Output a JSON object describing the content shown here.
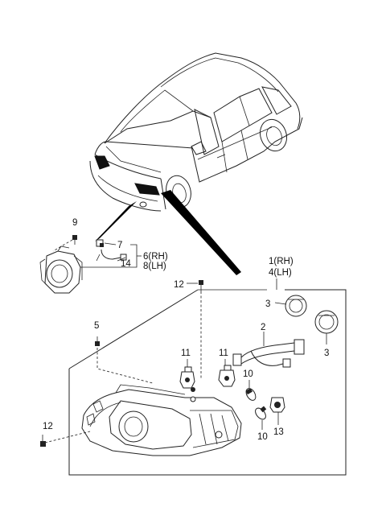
{
  "callouts": {
    "c1_rh": "1(RH)",
    "c4_lh": "4(LH)",
    "c2": "2",
    "c3_upper": "3",
    "c3_lower": "3",
    "c5": "5",
    "c6_rh": "6(RH)",
    "c8_lh": "8(LH)",
    "c7": "7",
    "c9": "9",
    "c10_upper": "10",
    "c10_lower": "10",
    "c11_left": "11",
    "c11_right": "11",
    "c12_upper": "12",
    "c12_lower": "12",
    "c13": "13",
    "c14": "14"
  },
  "icons": {
    "vehicle": "minivan-icon",
    "headlamp": "headlamp-assembly-icon",
    "fog_lamp": "fog-lamp-icon",
    "harness": "wiring-harness-icon",
    "dust_cap": "dust-cap-icon",
    "bulb": "bulb-icon",
    "socket": "bulb-socket-icon",
    "screw": "screw-icon"
  }
}
